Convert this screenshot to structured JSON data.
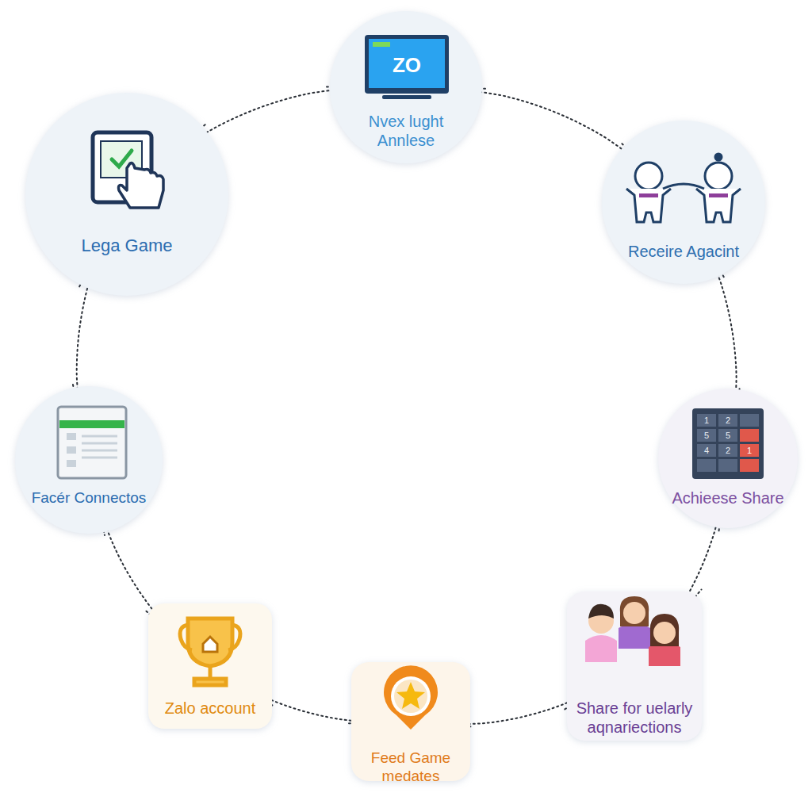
{
  "diagram": {
    "nodes": [
      {
        "text": [
          "Nvex lught Annlese"
        ]
      },
      {
        "text": [
          "Receire Agacint"
        ]
      },
      {
        "text": [
          "Achieese Share"
        ]
      },
      {
        "text": [
          "Share for uelarly aqnariections"
        ]
      },
      {
        "text": [
          "Feed Game medates"
        ]
      },
      {
        "text": [
          "Zalo account"
        ]
      },
      {
        "text": [
          "Facér Connectos"
        ]
      },
      {
        "text": [
          "Lega Game"
        ]
      }
    ],
    "edges": [
      {
        "from": 0,
        "to": 1,
        "arrow": "none"
      },
      {
        "from": 1,
        "to": 2,
        "arrow": "none"
      },
      {
        "from": 2,
        "to": 3,
        "arrow": "none"
      },
      {
        "from": 3,
        "to": 4,
        "arrow": "none"
      },
      {
        "from": 4,
        "to": 5,
        "arrow": "none"
      },
      {
        "from": 5,
        "to": 6,
        "arrow": "none"
      },
      {
        "from": 6,
        "to": 7,
        "arrow": "none"
      },
      {
        "from": 7,
        "to": 0,
        "arrow": "none"
      }
    ],
    "labels": [
      "ZO",
      "1",
      "2",
      "5",
      "5",
      "4",
      "2",
      "1"
    ]
  }
}
